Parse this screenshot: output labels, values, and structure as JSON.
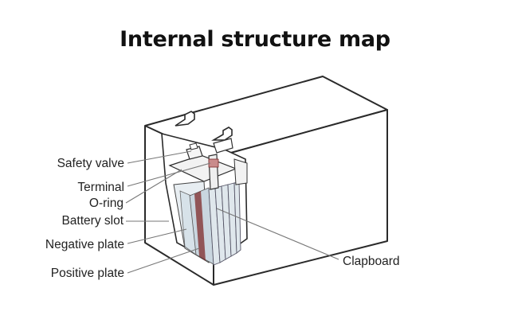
{
  "title": "Internal structure map",
  "labels": {
    "safety_valve": "Safety valve",
    "terminal": "Terminal",
    "o_ring": "O-ring",
    "battery_slot": "Battery slot",
    "negative_plate": "Negative plate",
    "positive_plate": "Positive plate",
    "clapboard": "Clapboard"
  },
  "colors": {
    "outline": "#2a2a2a",
    "plate_light": "#c9d6df",
    "plate_dark": "#7e2a2a",
    "slot_fill": "#e8eef2"
  }
}
